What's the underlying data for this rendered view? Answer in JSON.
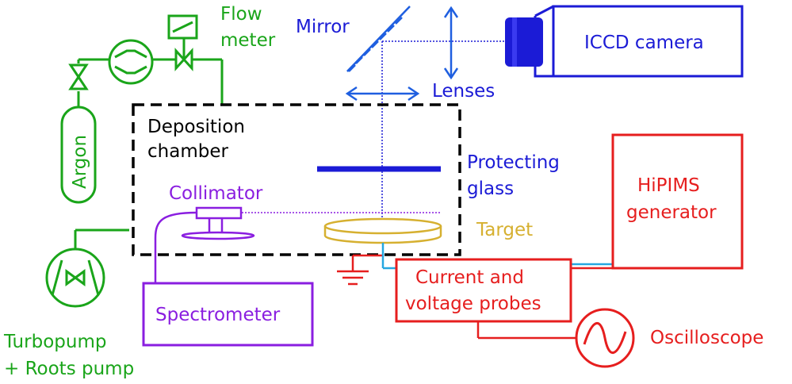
{
  "colors": {
    "green": "#1aa51a",
    "blue": "#1b1bd6",
    "mid_blue": "#1f5fe0",
    "purple": "#8a1ee0",
    "red": "#e61e1e",
    "gold": "#d6b030",
    "cyan": "#25a7e0",
    "black": "#000000"
  },
  "labels": {
    "flow_meter_line1": "Flow",
    "flow_meter_line2": "meter",
    "argon": "Argon",
    "mirror": "Mirror",
    "lenses": "Lenses",
    "iccd_camera": "ICCD camera",
    "deposition_line1": "Deposition",
    "deposition_line2": "chamber",
    "protecting_line1": "Protecting",
    "protecting_line2": "glass",
    "collimator": "Collimator",
    "target": "Target",
    "hipims_line1": "HiPIMS",
    "hipims_line2": "generator",
    "current_line1": "Current and",
    "current_line2": "voltage probes",
    "spectrometer": "Spectrometer",
    "oscilloscope": "Oscilloscope",
    "pump_line1": "Turbopump",
    "pump_line2": "+ Roots pump"
  }
}
